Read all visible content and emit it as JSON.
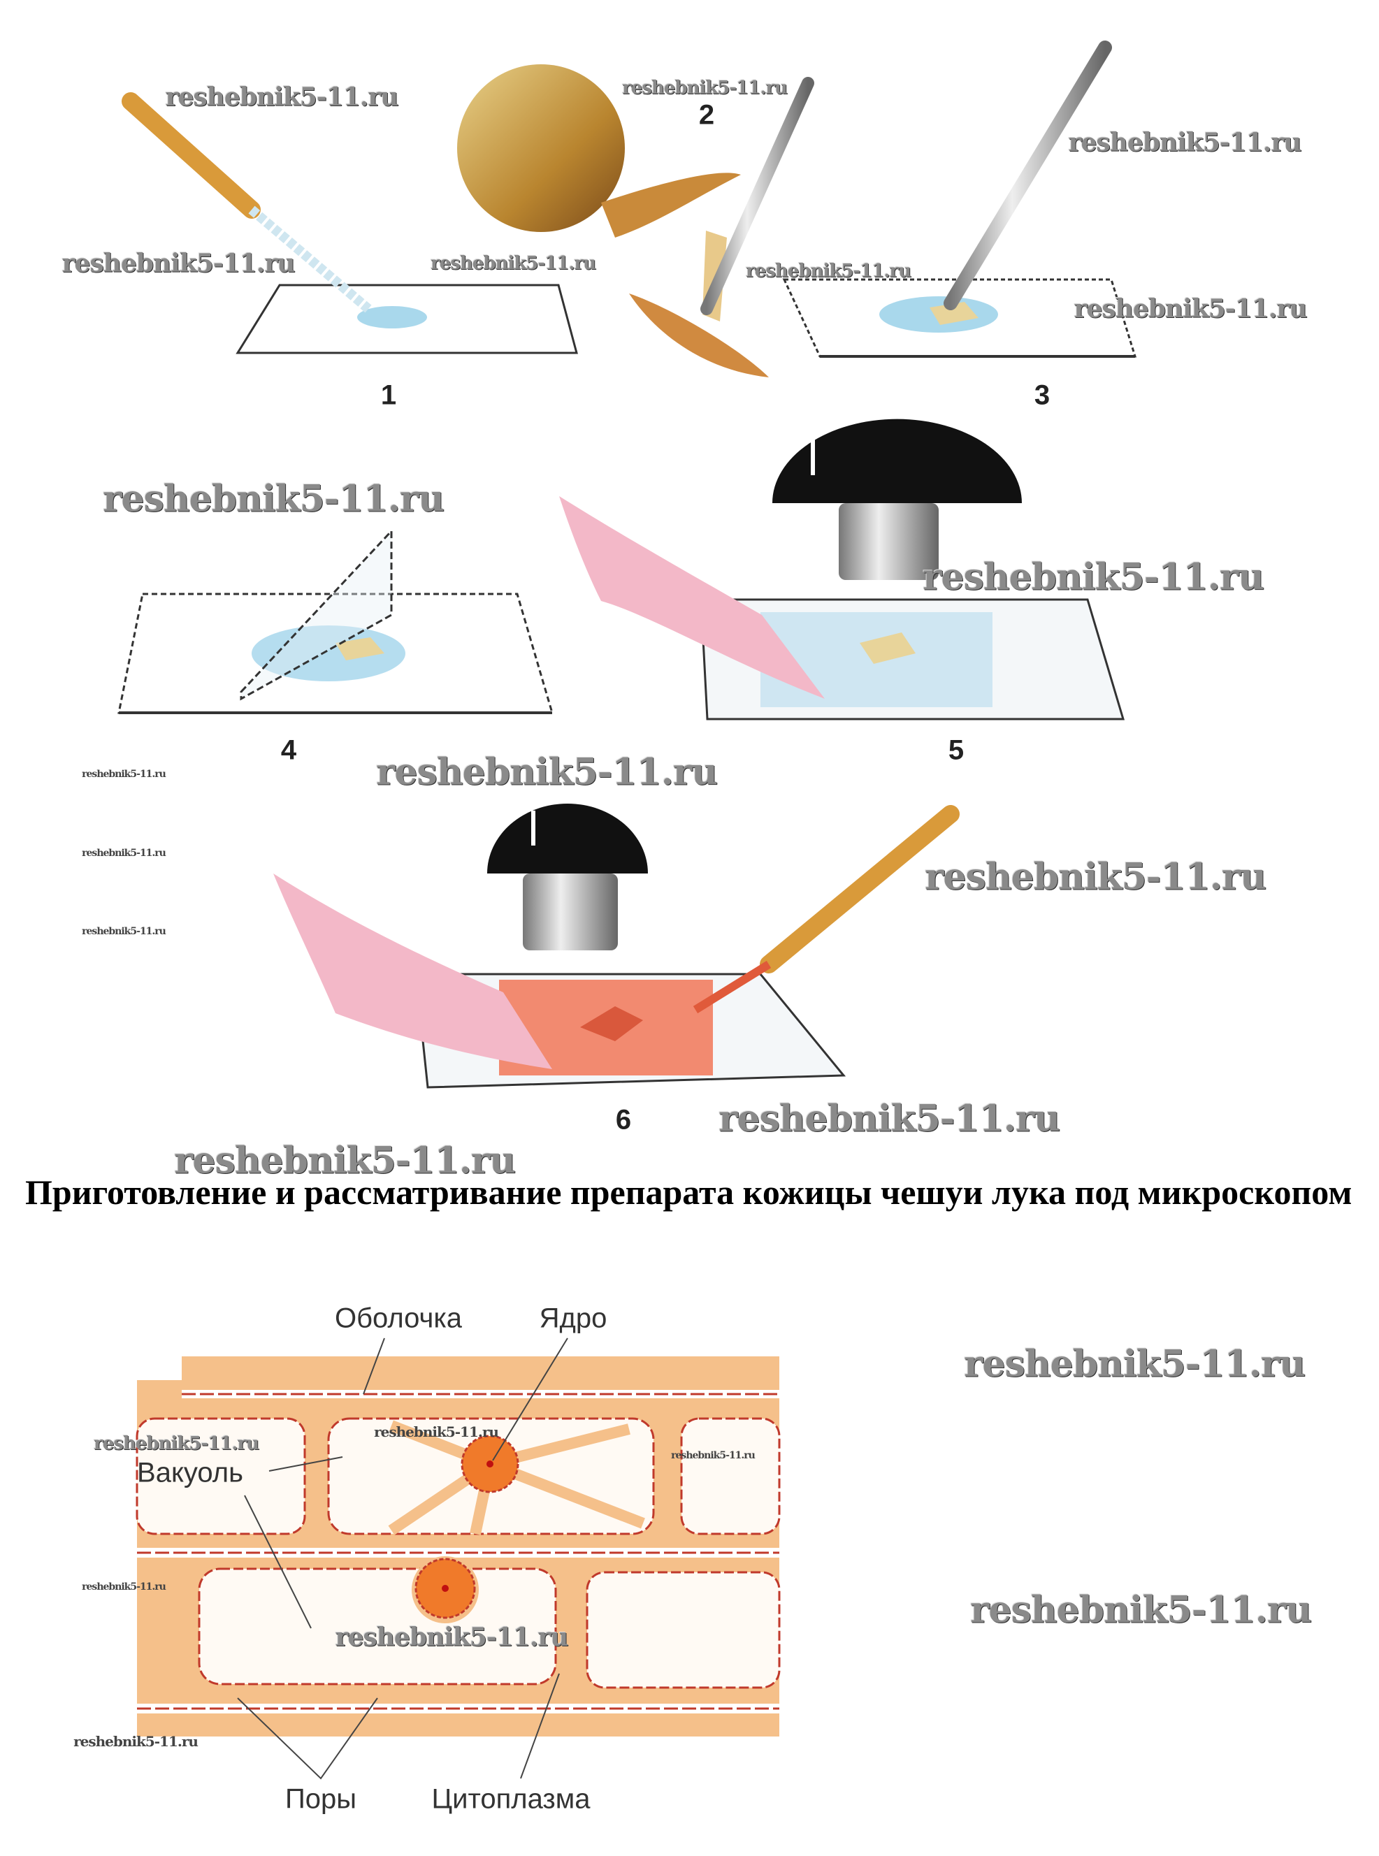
{
  "figure": {
    "step_numbers": [
      "1",
      "2",
      "3",
      "4",
      "5",
      "6"
    ],
    "caption": "Приготовление и рассматривание препарата кожицы чешуи лука под микроскопом"
  },
  "cell_diagram": {
    "labels": {
      "membrane": "Оболочка",
      "nucleus": "Ядро",
      "vacuole": "Вакуоль",
      "pores": "Поры",
      "cytoplasm": "Цитоплазма"
    }
  },
  "watermark": "reshebnik5-11.ru"
}
